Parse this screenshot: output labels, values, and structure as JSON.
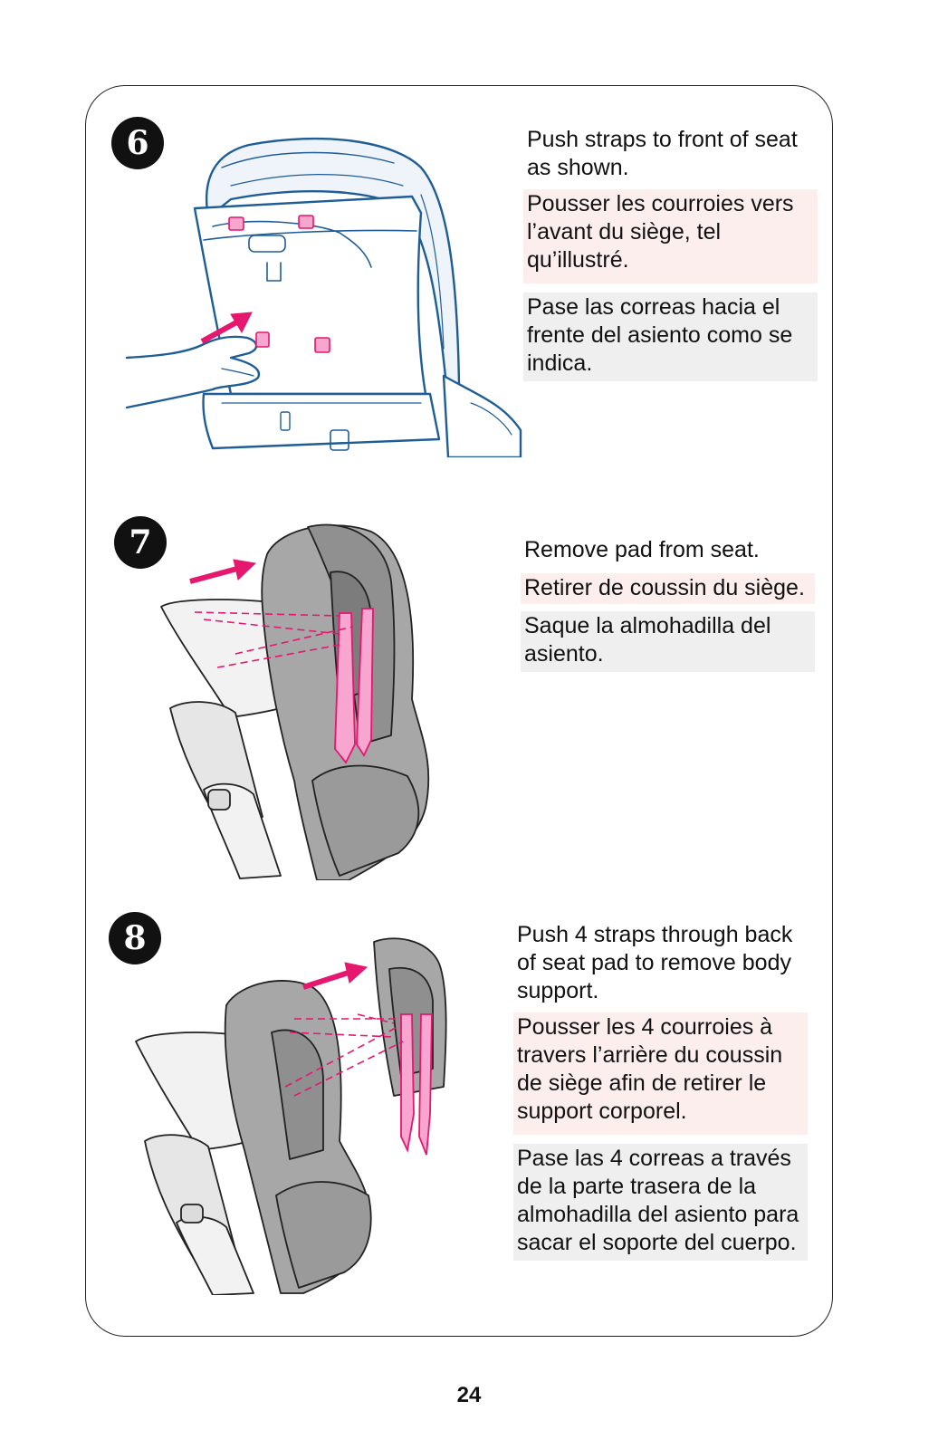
{
  "page_number": "24",
  "steps": [
    {
      "number": "6",
      "en": "Push straps to front of seat\nas shown.",
      "fr": "Pousser les courroies vers\nl’avant du siège, tel\nqu’illustré.",
      "es": "Pase las correas hacia el\nfrente del asiento como se\nindica."
    },
    {
      "number": "7",
      "en": "Remove pad from seat.",
      "fr": "Retirer de coussin du siège.",
      "es": "Saque la almohadilla del\nasiento."
    },
    {
      "number": "8",
      "en": "Push 4 straps through back\nof seat pad to remove body\nsupport.",
      "fr": "Pousser les 4 courroies à\ntravers l’arrière du coussin\nde siège afin de retirer le\nsupport corporel.",
      "es": "Pase las 4 correas a través\nde la parte trasera de la\nalmohadilla del asiento para\nsacar el soporte del cuerpo."
    }
  ],
  "colors": {
    "accent": "#e5176e",
    "strap": "#f6a6cf",
    "pad": "#a7a7a7",
    "outline": "#1f5d96"
  }
}
